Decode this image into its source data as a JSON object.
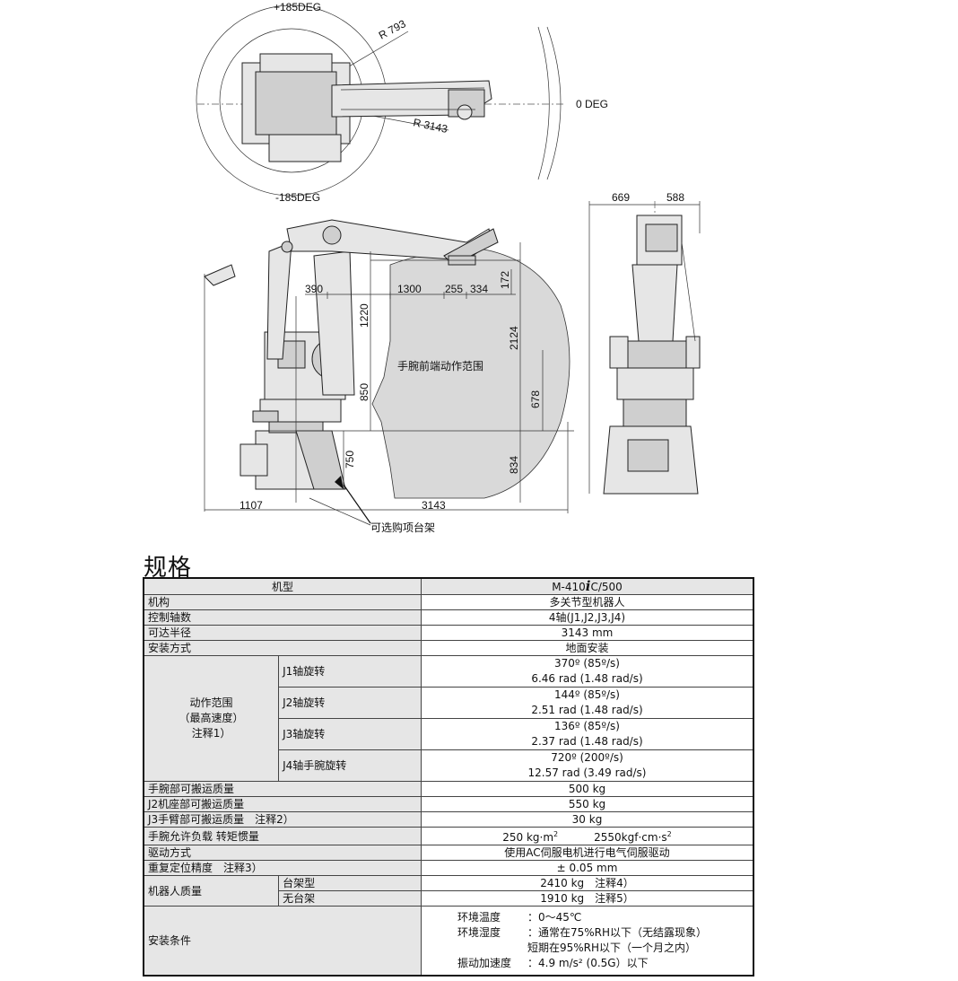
{
  "drawing": {
    "top_labels": {
      "plus_deg": "+185DEG",
      "minus_deg": "-185DEG",
      "zero_deg": "0 DEG",
      "r_small": "R 793",
      "r_large": "R 3143"
    },
    "side_view_dims": {
      "d390": "390",
      "d1300": "1300",
      "d255": "255",
      "d334": "334",
      "d172": "172",
      "d1220": "1220",
      "d2124": "2124",
      "d850": "850",
      "d678": "678",
      "d750": "750",
      "d834": "834",
      "d1107": "1107",
      "d3143": "3143"
    },
    "front_view_dims": {
      "d669": "669",
      "d588": "588"
    },
    "envelope_label": "手腕前端动作范围",
    "option_label": "可选购项台架"
  },
  "spec": {
    "title": "规格",
    "header": {
      "key": "机型",
      "model_prefix": "M-410",
      "model_i": "i",
      "model_suffix": "C/500"
    },
    "rows": {
      "mechanism": {
        "k": "机构",
        "v": "多关节型机器人"
      },
      "axes": {
        "k": "控制轴数",
        "v": "4轴(J1,J2,J3,J4)"
      },
      "reach": {
        "k": "可达半径",
        "v": "3143 mm"
      },
      "mount": {
        "k": "安装方式",
        "v": "地面安装"
      }
    },
    "motion": {
      "group_line1": "动作范围",
      "group_line2": "（最高速度）",
      "group_line3": "注释1）",
      "j1": {
        "k": "J1轴旋转",
        "v1": "370º (85º/s)",
        "v2": "6.46 rad (1.48 rad/s)"
      },
      "j2": {
        "k": "J2轴旋转",
        "v1": "144º (85º/s)",
        "v2": "2.51 rad (1.48 rad/s)"
      },
      "j3": {
        "k": "J3轴旋转",
        "v1": "136º (85º/s)",
        "v2": "2.37 rad (1.48 rad/s)"
      },
      "j4": {
        "k": "J4轴手腕旋转",
        "v1": "720º (200º/s)",
        "v2": "12.57 rad (3.49 rad/s)"
      }
    },
    "rows2": {
      "wrist_payload": {
        "k": "手腕部可搬运质量",
        "v": "500 kg"
      },
      "j2_payload": {
        "k": "J2机座部可搬运质量",
        "v": "550 kg"
      },
      "j3_payload": {
        "k": "J3手臂部可搬运质量　注释2）",
        "v": "30 kg"
      },
      "inertia": {
        "k": "手腕允许负载 转矩惯量",
        "v1": "250 kg·m",
        "v2": "2550kgf·cm·s"
      },
      "drive": {
        "k": "驱动方式",
        "v": "使用AC伺服电机进行电气伺服驱动"
      },
      "repeat": {
        "k": "重复定位精度　注释3）",
        "v": "± 0.05 mm"
      }
    },
    "mass": {
      "k": "机器人质量",
      "with_stand": {
        "k": "台架型",
        "v": "2410 kg　注释4）"
      },
      "without_stand": {
        "k": "无台架",
        "v": "1910 kg　注释5）"
      }
    },
    "install": {
      "k": "安装条件",
      "temp_k": "环境温度",
      "temp_v": "：0～45℃",
      "hum_k": "环境湿度",
      "hum_v1": "：通常在75%RH以下（无结露现象）",
      "hum_v2": "短期在95%RH以下（一个月之内）",
      "vib_k": "振动加速度",
      "vib_v": "：4.9 m/s² (0.5G）以下"
    }
  }
}
